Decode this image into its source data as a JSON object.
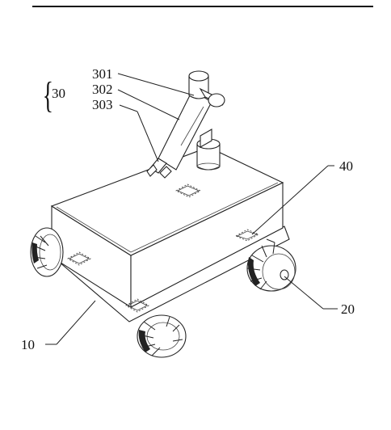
{
  "labels": {
    "arm": "30",
    "arm_part_1": "301",
    "arm_part_2": "302",
    "arm_part_3": "303",
    "sensor": "40",
    "wheel": "20",
    "chassis": "10"
  },
  "colors": {
    "line": "#222222",
    "background": "#ffffff"
  }
}
